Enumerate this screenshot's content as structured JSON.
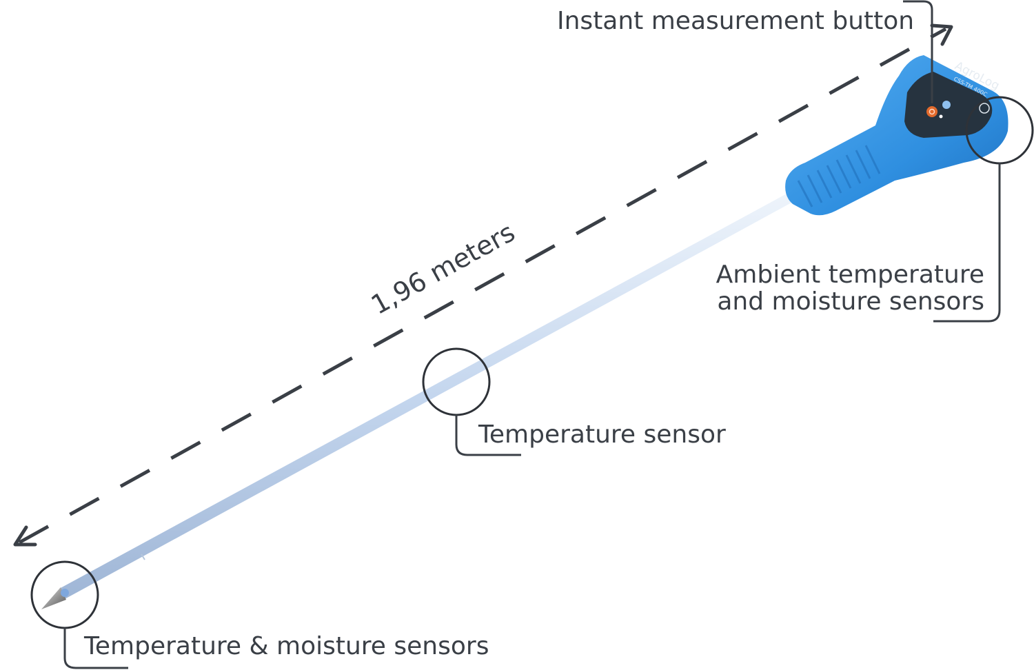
{
  "measurement": {
    "label": "1,96 meters"
  },
  "callouts": {
    "button": "Instant measurement button",
    "ambient_line1": "Ambient temperature",
    "ambient_line2": "and moisture sensors",
    "temperature": "Temperature sensor",
    "tip": "Temperature & moisture sensors"
  },
  "device": {
    "brand": "AgroLog",
    "model": "CSS-TM 400C"
  },
  "colors": {
    "handle": "#2f8fe0",
    "panel": "#26333f",
    "probe": "#c9d9ee",
    "text": "#3a3f46",
    "button": "#e26a2c"
  },
  "icons": {
    "power": "power-icon",
    "indicator": "status-light"
  }
}
